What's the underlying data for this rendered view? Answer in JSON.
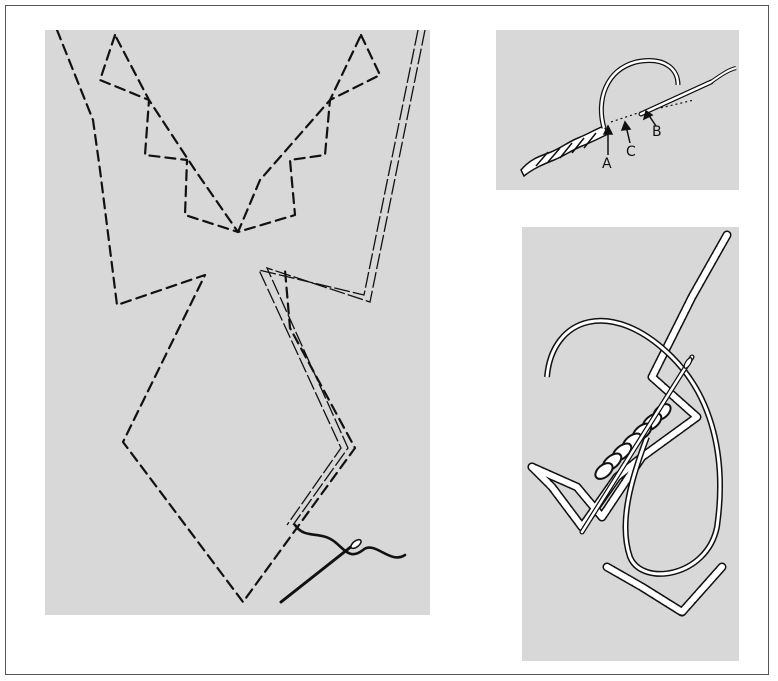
{
  "labels": {
    "a": "A",
    "b": "B",
    "c": "C"
  },
  "colors": {
    "panel": "#d8d8d8",
    "stroke": "#111111",
    "thread_light": "#ffffff"
  }
}
